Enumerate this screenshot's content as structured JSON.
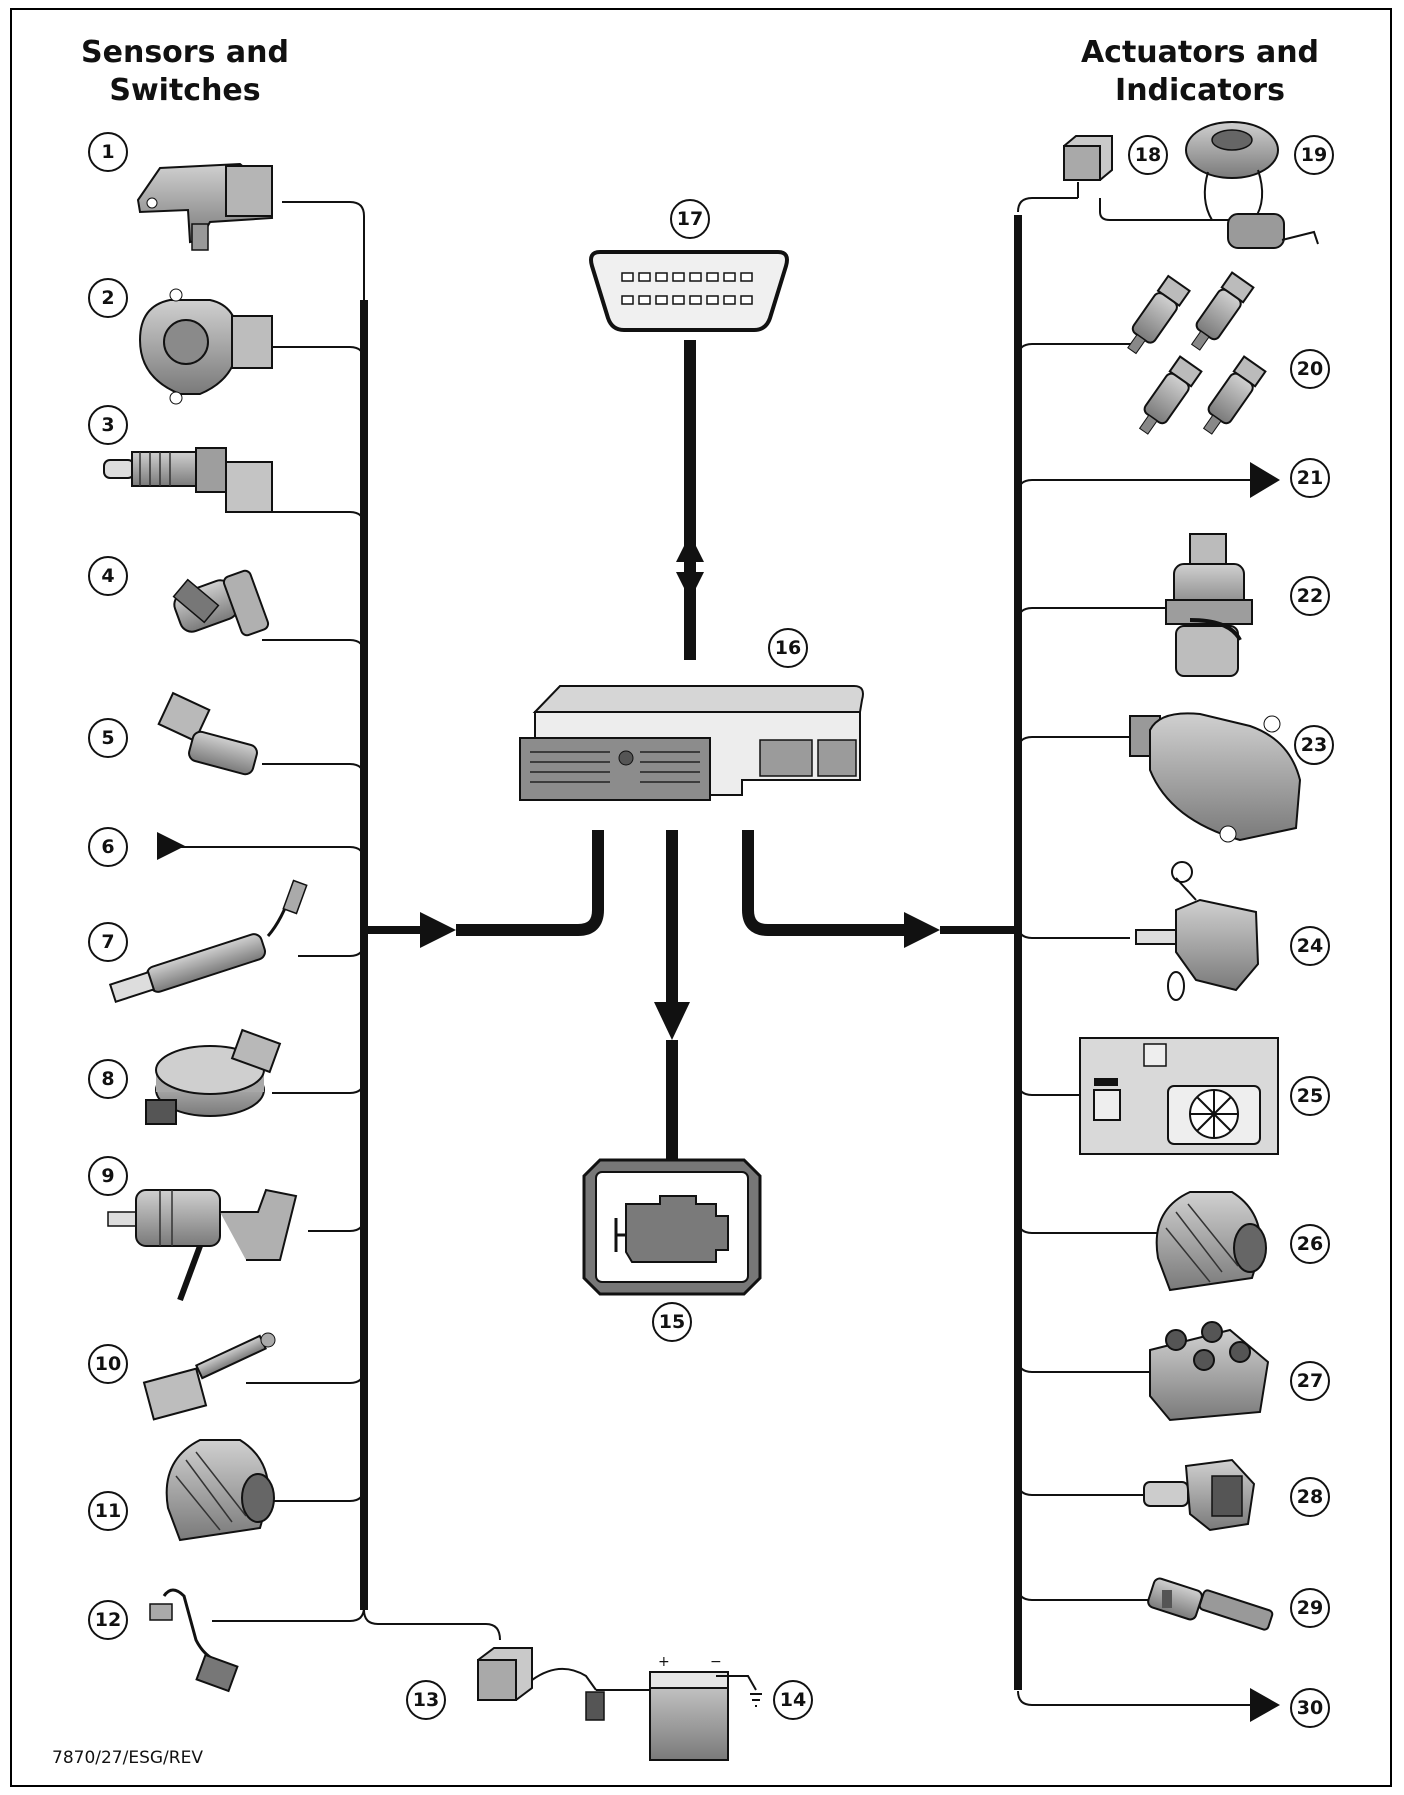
{
  "headings": {
    "left": [
      "Sensors and",
      "Switches"
    ],
    "right": [
      "Actuators and",
      "Indicators"
    ]
  },
  "reference_code": "7870/27/ESG/REV",
  "callouts": {
    "n1": "1",
    "n2": "2",
    "n3": "3",
    "n4": "4",
    "n5": "5",
    "n6": "6",
    "n7": "7",
    "n8": "8",
    "n9": "9",
    "n10": "10",
    "n11": "11",
    "n12": "12",
    "n13": "13",
    "n14": "14",
    "n15": "15",
    "n16": "16",
    "n17": "17",
    "n18": "18",
    "n19": "19",
    "n20": "20",
    "n21": "21",
    "n22": "22",
    "n23": "23",
    "n24": "24",
    "n25": "25",
    "n26": "26",
    "n27": "27",
    "n28": "28",
    "n29": "29",
    "n30": "30"
  },
  "battery_terminals": {
    "plus": "+",
    "minus": "−"
  },
  "colors": {
    "line": "#111111",
    "component": "#9a9a9a",
    "component_dark": "#555555",
    "panel": "#d9d9d9"
  }
}
